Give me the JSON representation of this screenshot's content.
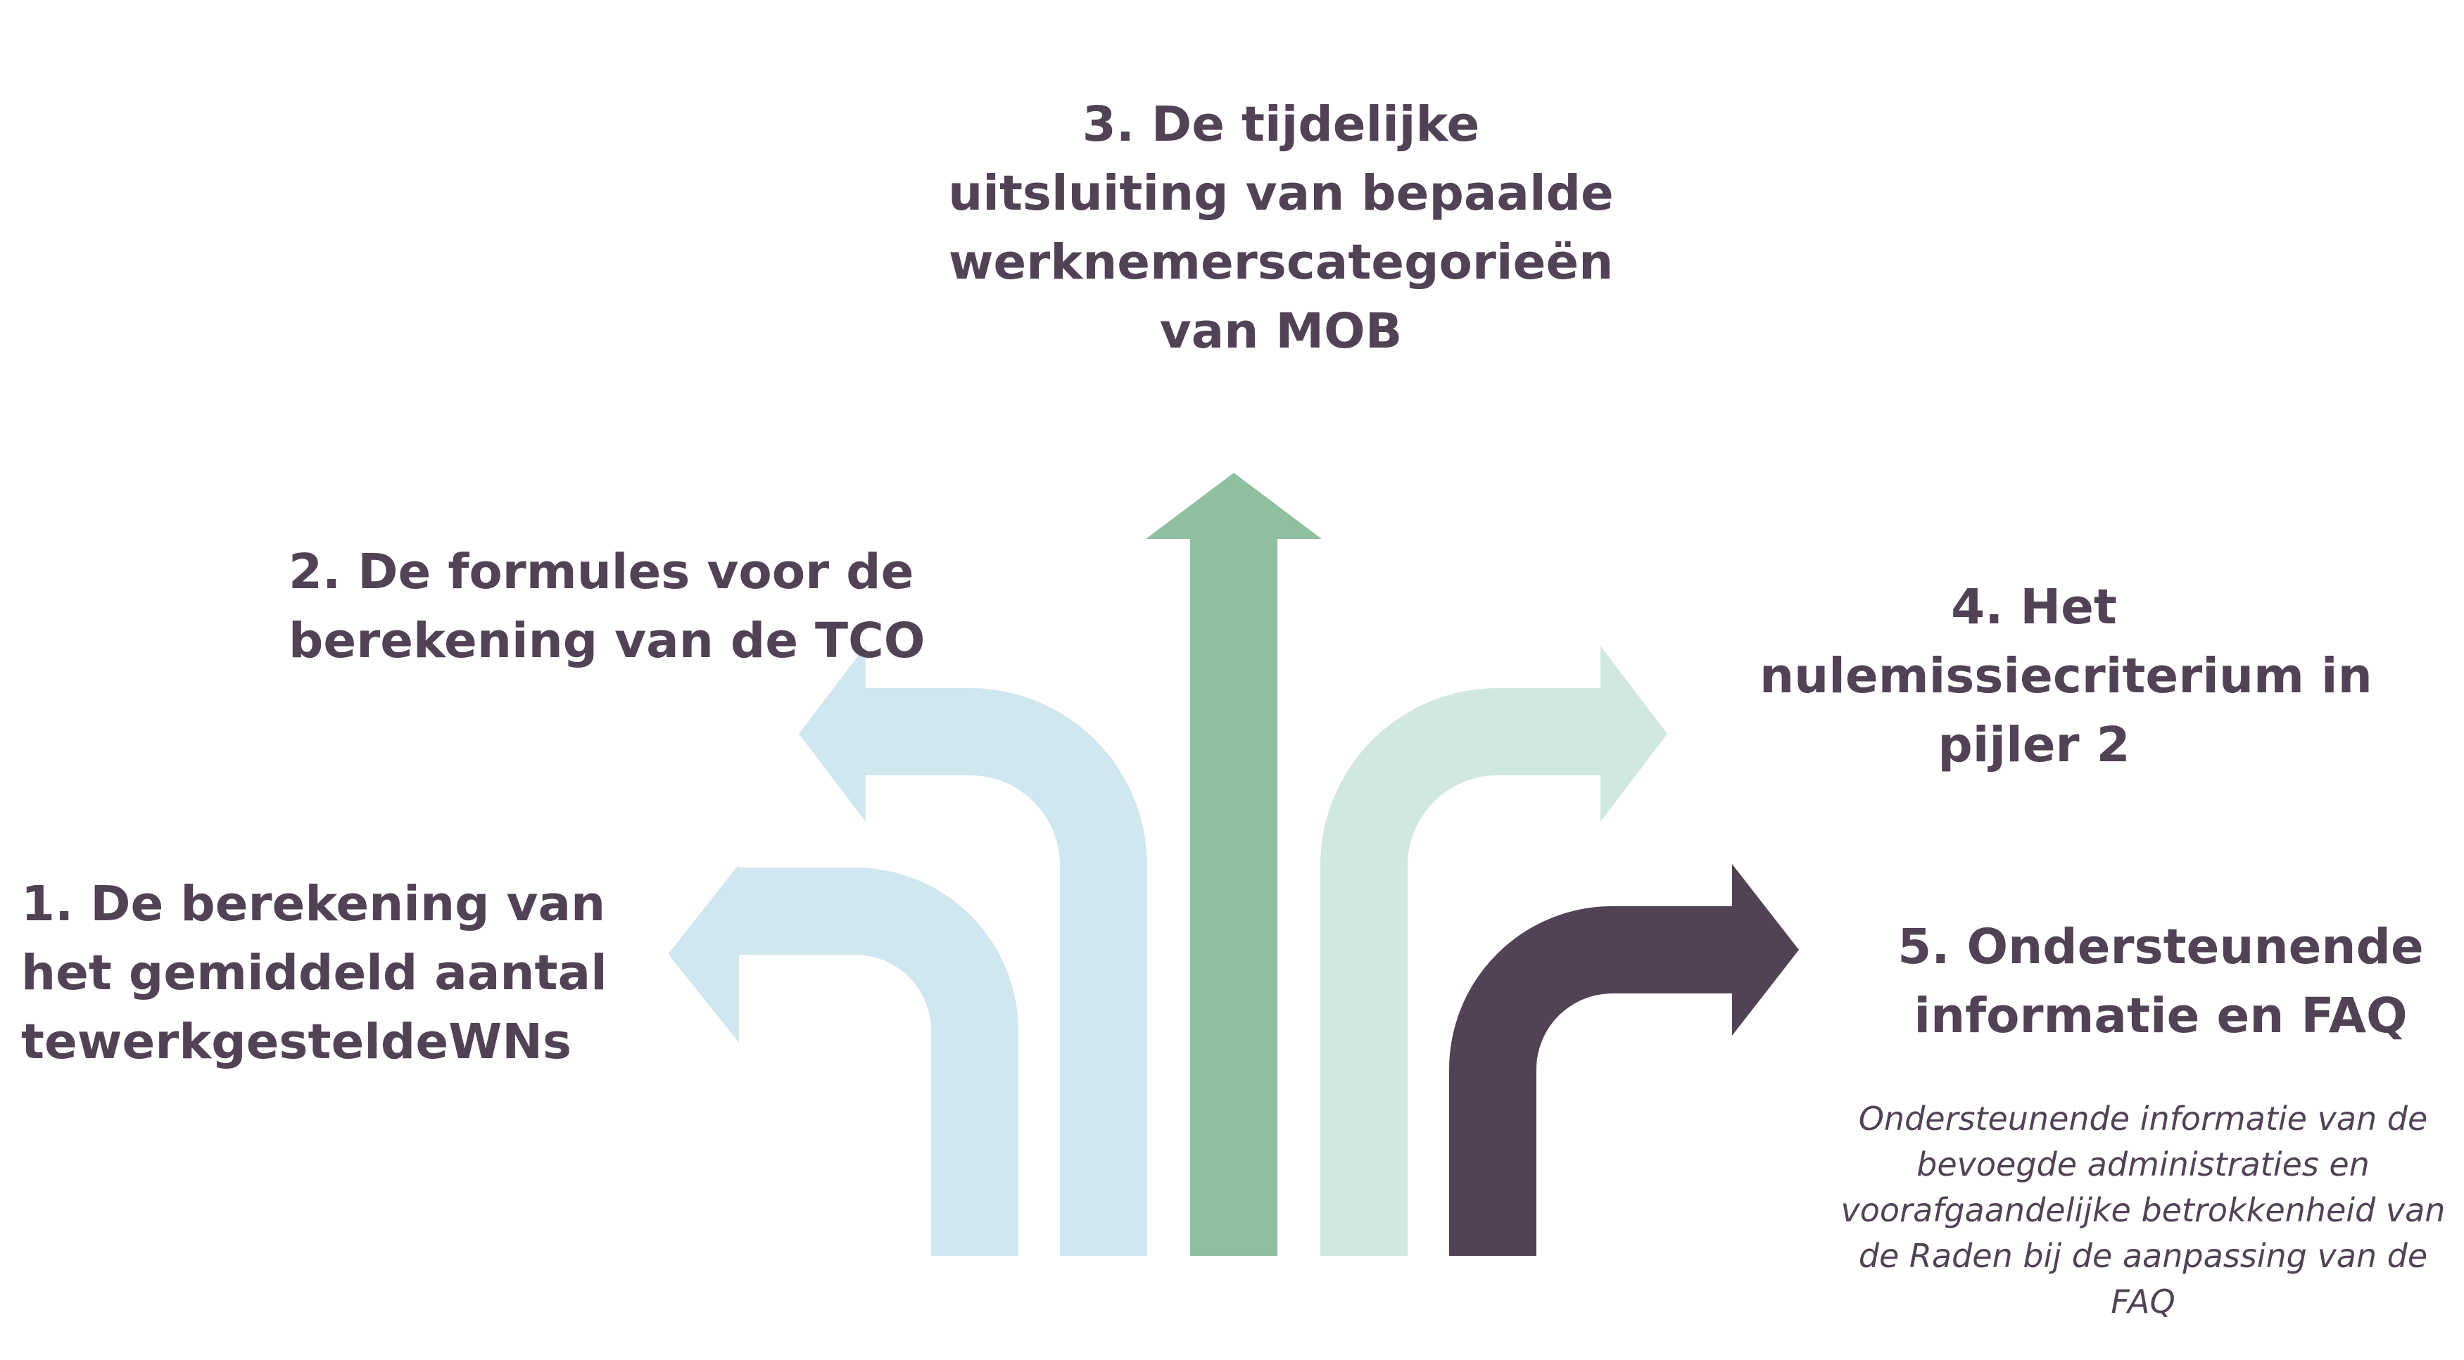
{
  "colors": {
    "text": "#524256",
    "light_blue": "#d1e7ef",
    "green": "#8fbf9f",
    "light_green": "#d1e8df",
    "dark_purple": "#524256",
    "background": "#ffffff"
  },
  "items": [
    {
      "number": "1",
      "lines": [
        "1. De berekening van",
        "het gemiddeld aantal",
        "tewerkgesteldeWNs"
      ],
      "arrow_direction": "left"
    },
    {
      "number": "2",
      "lines": [
        "2. De formules voor de",
        "berekening van de TCO"
      ],
      "arrow_direction": "left"
    },
    {
      "number": "3",
      "lines": [
        "3. De tijdelijke",
        "uitsluiting van bepaalde",
        "werknemerscategorieën",
        "van MOB"
      ],
      "arrow_direction": "up"
    },
    {
      "number": "4",
      "lines": [
        "4. Het",
        "nulemissiecriterium in",
        "pijler 2"
      ],
      "arrow_direction": "right"
    },
    {
      "number": "5",
      "lines": [
        "5. Ondersteunende",
        "informatie en FAQ"
      ],
      "arrow_direction": "right",
      "note_lines": [
        "Ondersteunende informatie van de",
        "bevoegde administraties en",
        "voorafgaandelijke betrokkenheid van",
        "de Raden bij de aanpassing van de",
        "FAQ"
      ]
    }
  ]
}
